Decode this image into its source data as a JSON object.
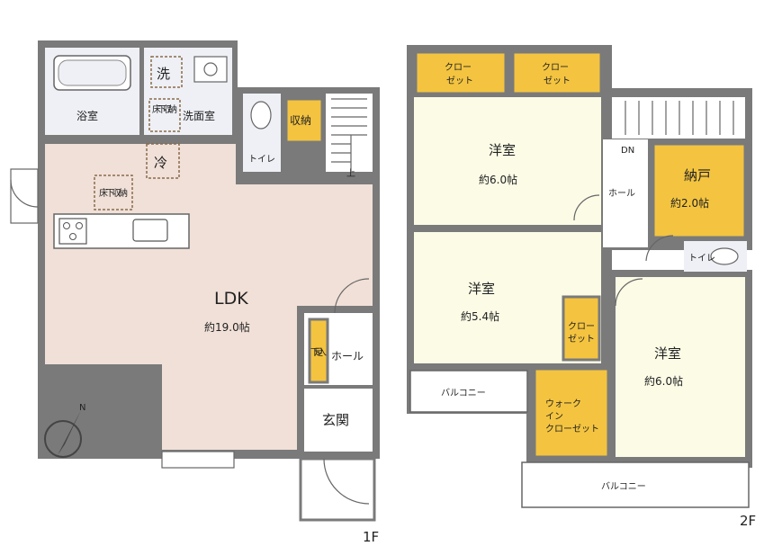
{
  "floor1": {
    "label": "1F",
    "ldk": {
      "name": "LDK",
      "size": "約19.0帖"
    },
    "bath": "浴室",
    "washroom": "洗面室",
    "washer": "洗",
    "fridge": "冷",
    "floor_storage_a": "床下収納",
    "floor_storage_b": "床下収納",
    "toilet": "トイレ",
    "storage": "収納",
    "shoe_box": "下足入",
    "hall": "ホール",
    "entrance": "玄関",
    "up_mark": "上"
  },
  "floor2": {
    "label": "2F",
    "room_a": {
      "name": "洋室",
      "size": "約6.0帖"
    },
    "room_b": {
      "name": "洋室",
      "size": "約5.4帖"
    },
    "room_c": {
      "name": "洋室",
      "size": "約6.0帖"
    },
    "storeroom": {
      "name": "納戸",
      "size": "約2.0帖"
    },
    "closet_1": "クロー\nゼット",
    "closet_2": "クロー\nゼット",
    "closet_3": "クロー\nゼット",
    "walkin": "ウォークイン\nクローゼット",
    "hall": "ホール",
    "toilet": "トイレ",
    "balcony_left": "バルコニー",
    "balcony_right": "バルコニー",
    "down_mark": "DN"
  },
  "compass": {
    "label": "N"
  },
  "colors": {
    "ldk": "#f0e0d8",
    "closet": "#f4c440",
    "western_room": "#fbfbe6",
    "wall": "#7a7a7a"
  }
}
